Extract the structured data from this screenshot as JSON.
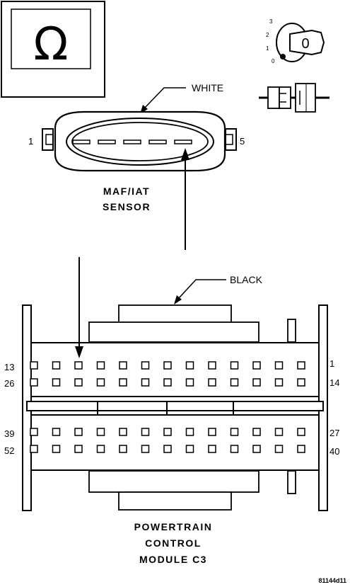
{
  "symbol": {
    "name": "ohmmeter-symbol",
    "glyph": "Ω"
  },
  "ignition": {
    "positions": [
      "3",
      "2",
      "1",
      "0"
    ],
    "key_mark": "0"
  },
  "sensor": {
    "color_label": "WHITE",
    "pin_left": "1",
    "pin_right": "5",
    "title_line1": "MAF/IAT",
    "title_line2": "SENSOR"
  },
  "pcm": {
    "color_label": "BLACK",
    "rows": [
      {
        "left": "13",
        "right": "1"
      },
      {
        "left": "26",
        "right": "14"
      },
      {
        "left": "39",
        "right": "27"
      },
      {
        "left": "52",
        "right": "40"
      }
    ],
    "title_line1": "POWERTRAIN",
    "title_line2": "CONTROL",
    "title_line3": "MODULE C3"
  },
  "figure_code": "81144d11",
  "colors": {
    "ink": "#000000",
    "paper": "#ffffff"
  }
}
